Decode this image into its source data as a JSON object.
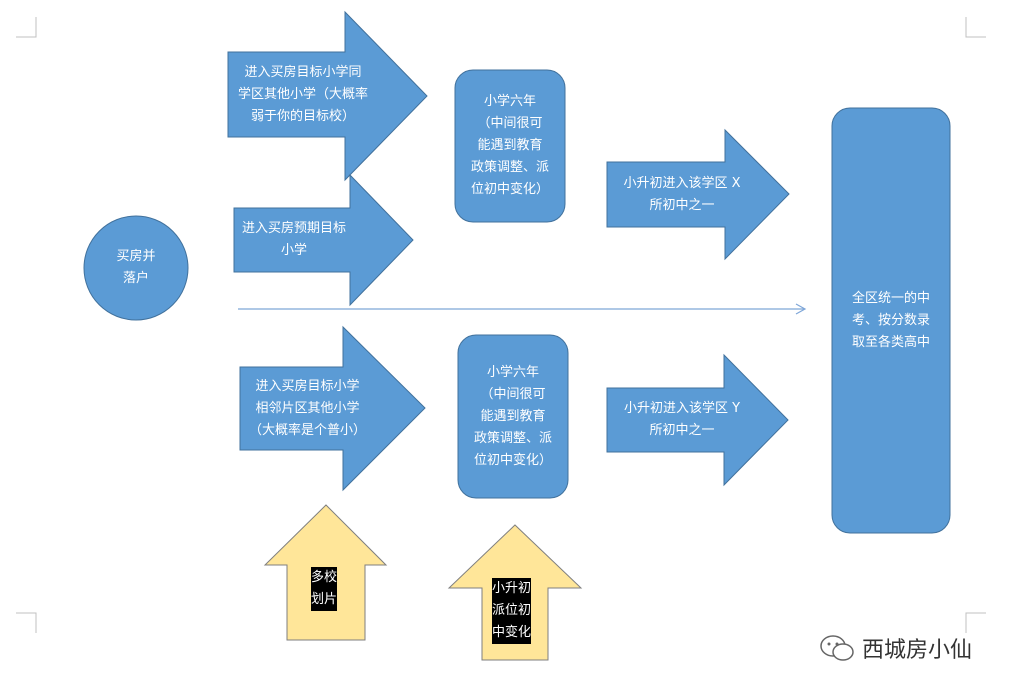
{
  "colors": {
    "shape_fill": "#5b9bd5",
    "shape_stroke": "#41719c",
    "highlight_fill": "#ffe699",
    "line": "#7ea6d8"
  },
  "nodes": {
    "start": "买房并\n落户",
    "arrow_same_district": "进入买房目标小学同\n学区其他小学（大概率\n弱于你的目标校）",
    "arrow_target": "进入买房预期目标\n小学",
    "arrow_neighbor": "进入买房目标小学\n相邻片区其他小学\n（大概率是个普小）",
    "primary_top": "小学六年\n（中间很可\n能遇到教育\n政策调整、派\n位初中变化）",
    "primary_bottom": "小学六年\n（中间很可\n能遇到教育\n政策调整、派\n位初中变化）",
    "middle_x": "小升初进入该学区 X\n所初中之一",
    "middle_y": "小升初进入该学区 Y\n所初中之一",
    "final": "全区统一的中\n考、按分数录\n取至各类高中",
    "risk_multi_school": [
      "多校",
      "划片"
    ],
    "risk_assignment": [
      "小升初",
      "派位初",
      "中变化"
    ]
  },
  "watermark": "西城房小仙"
}
